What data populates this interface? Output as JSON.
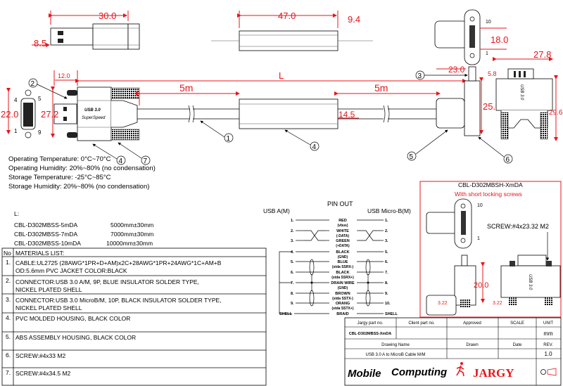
{
  "dimensions": {
    "d30": "30.0",
    "d8_5": "8.5",
    "d47": "47.0",
    "d9_4": "9.4",
    "d18": "18.0",
    "d27_8": "27.8",
    "d23": "23.0",
    "d5_8": "5.8",
    "d12": "12.0",
    "L": "L",
    "seg1": "5m",
    "seg2": "5m",
    "d22": "22.0",
    "d27_2": "27.2",
    "d14_5": "14.5",
    "d25": "25.0",
    "d29_6": "29.6",
    "d20": "20.0",
    "d3_22a": "3.22",
    "d3_22b": "3.22"
  },
  "callouts": [
    "1",
    "2",
    "3",
    "4",
    "5",
    "6",
    "7"
  ],
  "pin_labels": {
    "p4": "4",
    "p5": "5",
    "p1": "1",
    "p9": "9",
    "m10": "10",
    "m1": "1",
    "r10": "10",
    "r1": "1"
  },
  "logo_text": {
    "usb": "USB 3.0",
    "ss": "SuperSpeed"
  },
  "specs": [
    "Operating Temperature: 0°C~70°C",
    "Operating Humidity: 20%~80% (no condensation)",
    "Storage Temperature: -25°C~85°C",
    "Storage  Humidity: 20%~80% (no condensation)"
  ],
  "lengths": {
    "title": "L:",
    "rows": [
      {
        "part": "CBL-D302MBSS-5mDA",
        "length": "5000mm±30mm"
      },
      {
        "part": "CBL-D302MBSS-7mDA",
        "length": "7000mm±30mm"
      },
      {
        "part": "CBL-D302MBSS-10mDA",
        "length": "10000mm±30mm"
      }
    ]
  },
  "materials": {
    "no_header": "No",
    "header": "MATERIALS LIST:",
    "rows": [
      {
        "no": "1.",
        "line1": "CABLE:UL2725 (28AWG*1PR+D+AM)x2C+28AWG*1PR+24AWG*1C+AM+B",
        "line2": "OD:5.6mm  PVC JACKET COLOR:BLACK"
      },
      {
        "no": "2.",
        "line1": "CONNECTOR:USB 3.0 A/M, 9P, BLUE INSULATOR SOLDER TYPE,",
        "line2": "NICKEL PLATED SHELL"
      },
      {
        "no": "3.",
        "line1": "CONNECTOR:USB 3.0 MicroB/M, 10P, BLACK INSULATOR SOLDER TYPE,",
        "line2": "NICKEL PLATED SHELL"
      },
      {
        "no": "4.",
        "line1": "PVC MOLDED HOUSING, BLACK COLOR",
        "line2": ""
      },
      {
        "no": "5.",
        "line1": "ABS ASSEMBLY HOUSING, BLACK COLOR",
        "line2": ""
      },
      {
        "no": "6.",
        "line1": "SCREW:#4x33 M2",
        "line2": ""
      },
      {
        "no": "7.",
        "line1": "SCREW:#4x34.5 M2",
        "line2": ""
      }
    ]
  },
  "pinout": {
    "title": "PIN OUT",
    "left_title": "USB A(M)",
    "right_title": "USB Micro-B(M)",
    "rows": [
      {
        "left": "1.",
        "wire": "RED",
        "sub": "(vbus)",
        "right": "1."
      },
      {
        "left": "2.",
        "wire": "WHITE",
        "sub": "(-DATA)",
        "right": "2."
      },
      {
        "left": "3.",
        "wire": "GREEN",
        "sub": "(+DATA)",
        "right": "3."
      },
      {
        "left": "4.",
        "wire": "BLACK",
        "sub": "(GND)",
        "right": "5."
      },
      {
        "left": "5.",
        "wire": "BLUE",
        "sub": "(stda SSRX-)",
        "right": "6."
      },
      {
        "left": "6.",
        "wire": "BLACK",
        "sub": "(stda SSRX+)",
        "right": "7."
      },
      {
        "left": "7.",
        "wire": "DRAIN WIRE",
        "sub": "(GND)",
        "right": "8."
      },
      {
        "left": "8.",
        "wire": "BROWN",
        "sub": "(stda SSTX-)",
        "right": "9."
      },
      {
        "left": "9.",
        "wire": "ORANG",
        "sub": "(stda SSTX+)",
        "right": "10."
      },
      {
        "left": "SHELL",
        "wire": "BRAID",
        "sub": "",
        "right": "SHELL"
      }
    ]
  },
  "variant": {
    "title": "CBL-D302MBSH-XmDA",
    "subtitle": "With short locking screws",
    "screw": "SCREW:#4x23.32 M2"
  },
  "title_block": {
    "h_part": "Jargy part no.",
    "h_client": "Client part no.",
    "h_approved": "Approved",
    "h_scale": "SCALE",
    "h_unit": "UNIT",
    "part_no": "CBL-D302MBSS-XmDA",
    "client_no": "",
    "approved": "",
    "scale": "",
    "unit": "mm",
    "h_drawing": "Drawing Name",
    "h_drawn": "Drawn",
    "h_date": "Date",
    "h_rev": "REV.",
    "drawing_name": "USB 3.0 A to MicroB Cable M/M",
    "drawn": "",
    "date": "",
    "rev": "1.0",
    "logo_mobile": "Mobile",
    "logo_computing": "Computing",
    "logo_jargy": "JARGY"
  },
  "colors": {
    "dimension": "#e8141b",
    "line": "#000000"
  }
}
